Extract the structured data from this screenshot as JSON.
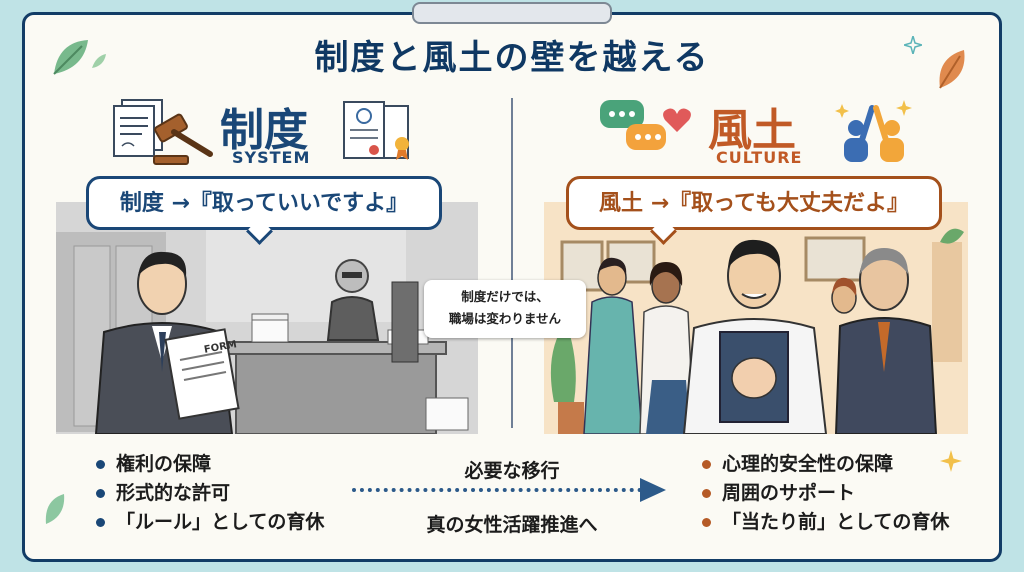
{
  "title": "制度と風土の壁を越える",
  "left": {
    "heading": "制度",
    "heading_en": "SYSTEM",
    "bubble": "制度 →『取っていいですよ』",
    "form_label": "FORM",
    "bullets": [
      "権利の保障",
      "形式的な許可",
      "「ルール」としての育休"
    ]
  },
  "right": {
    "heading": "風土",
    "heading_en": "CULTURE",
    "bubble": "風土 →『取っても大丈夫だよ』",
    "bullets": [
      "心理的安全性の保障",
      "周囲のサポート",
      "「当たり前」としての育休"
    ]
  },
  "center_note": {
    "line1": "制度だけでは、",
    "line2": "職場は変わりません"
  },
  "transition": {
    "top": "必要な移行",
    "bottom": "真の女性活躍推進へ"
  },
  "colors": {
    "navy": "#1a4777",
    "orange": "#b55a26",
    "board_border": "#123c66"
  },
  "icons": [
    "gavel-icon",
    "document-icon",
    "certificate-icon",
    "speech-bubble-icon",
    "heart-icon",
    "high-five-icon",
    "leaf-icon",
    "sparkle-icon"
  ]
}
